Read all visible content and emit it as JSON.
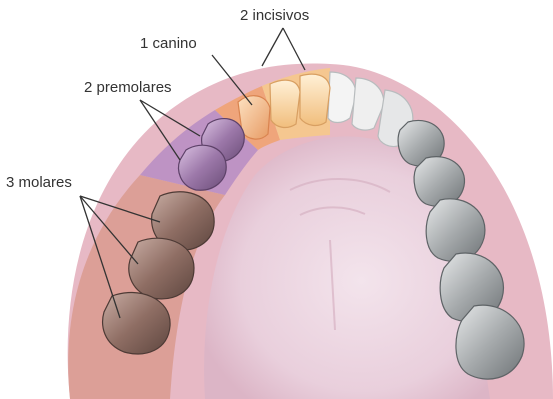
{
  "labels": {
    "incisors": "2 incisivos",
    "canine": "1 canino",
    "premolars": "2 premolares",
    "molars": "3 molares"
  },
  "colors": {
    "incisor_region": "#f6c98a",
    "canine_region": "#f0a372",
    "premolar_region": "#b98fc3",
    "molar_region": "#d99a8e",
    "gum": "#e8b8c6",
    "palate": "#ead3de",
    "tooth_white": "#f2f2f2",
    "tooth_grey": "#a9acae",
    "tooth_brown": "#9c7d74",
    "leader_line": "#333333"
  },
  "icons": {
    "jaw": "upper-dental-arch"
  }
}
